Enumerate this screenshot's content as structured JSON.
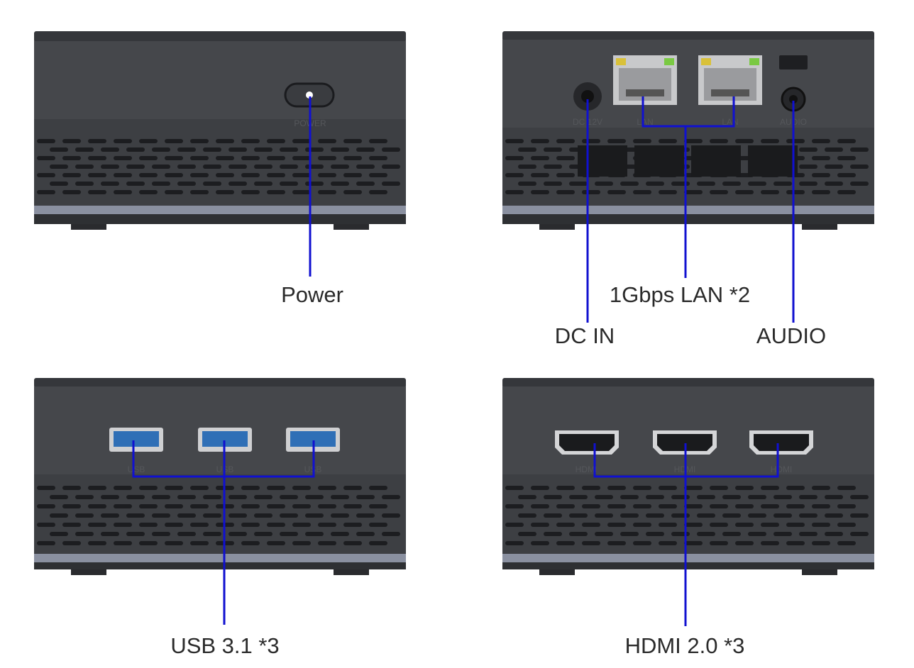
{
  "views": {
    "front": {
      "callouts": [
        {
          "text": "Power"
        }
      ],
      "silkscreen": {
        "power": "POWER"
      }
    },
    "rear": {
      "callouts": [
        {
          "text": "1Gbps LAN *2"
        },
        {
          "text": "DC IN"
        },
        {
          "text": "AUDIO"
        }
      ],
      "silkscreen": {
        "dc": "DC 12V",
        "lan1": "LAN",
        "lan2": "LAN",
        "audio": "AUDIO"
      }
    },
    "left_side": {
      "callouts": [
        {
          "text": "USB 3.1 *3"
        }
      ],
      "silkscreen": {
        "usb1": "USB",
        "usb2": "USB",
        "usb3": "USB"
      }
    },
    "right_side": {
      "callouts": [
        {
          "text": "HDMI 2.0 *3"
        }
      ],
      "silkscreen": {
        "hdmi1": "HDMI",
        "hdmi2": "HDMI",
        "hdmi3": "HDMI"
      }
    }
  },
  "colors": {
    "leader_line": "#1010d0",
    "body_dark": "#3a3c40",
    "body_mid": "#4a4c50",
    "grille": "#1e1f22",
    "accent_band": "#8a90a0",
    "usb_blue": "#2f6fb6",
    "lan_led_green": "#7ac943",
    "lan_led_amber": "#d9c13a"
  }
}
